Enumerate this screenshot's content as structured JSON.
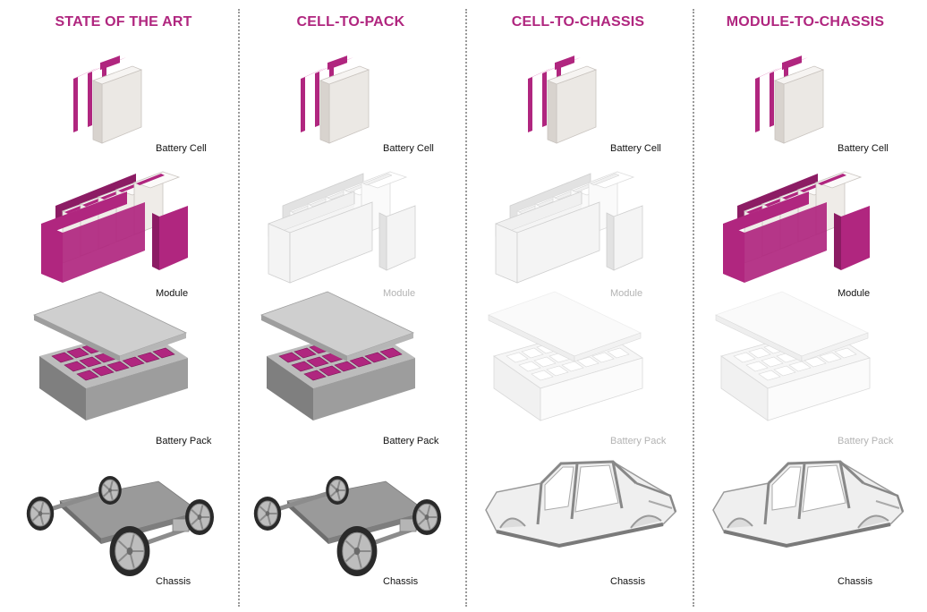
{
  "colors": {
    "accent": "#b0267f",
    "label": "#111111",
    "dimmed_label": "#b3b3b3"
  },
  "columns": [
    {
      "title": "STATE OF THE ART",
      "chassis_style": "skateboard",
      "levels": [
        {
          "label": "Battery Cell",
          "active": true
        },
        {
          "label": "Module",
          "active": true
        },
        {
          "label": "Battery Pack",
          "active": true
        },
        {
          "label": "Chassis",
          "active": true
        }
      ]
    },
    {
      "title": "CELL-TO-PACK",
      "chassis_style": "skateboard",
      "levels": [
        {
          "label": "Battery Cell",
          "active": true
        },
        {
          "label": "Module",
          "active": false
        },
        {
          "label": "Battery Pack",
          "active": true
        },
        {
          "label": "Chassis",
          "active": true
        }
      ]
    },
    {
      "title": "CELL-TO-CHASSIS",
      "chassis_style": "body",
      "levels": [
        {
          "label": "Battery Cell",
          "active": true
        },
        {
          "label": "Module",
          "active": false
        },
        {
          "label": "Battery Pack",
          "active": false
        },
        {
          "label": "Chassis",
          "active": true
        }
      ]
    },
    {
      "title": "MODULE-TO-CHASSIS",
      "chassis_style": "body",
      "levels": [
        {
          "label": "Battery Cell",
          "active": true
        },
        {
          "label": "Module",
          "active": true
        },
        {
          "label": "Battery Pack",
          "active": false
        },
        {
          "label": "Chassis",
          "active": true
        }
      ]
    }
  ]
}
